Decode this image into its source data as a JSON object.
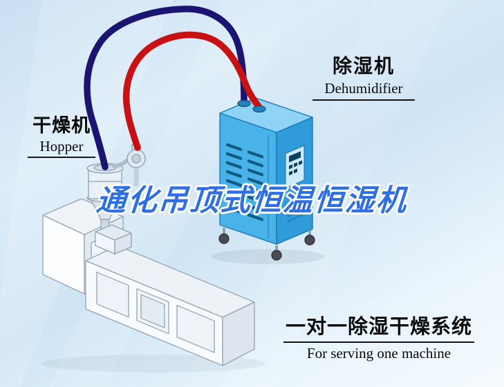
{
  "title_watermark": "通化吊顶式恒温恒湿机",
  "labels": {
    "hopper": {
      "cn": "干燥机",
      "en": "Hopper"
    },
    "dehumidifier": {
      "cn": "除湿机",
      "en": "Dehumidifier"
    },
    "system": {
      "cn": "一对一除湿干燥系统",
      "en": "For serving one machine"
    }
  },
  "colors": {
    "background": "#d9e9f6",
    "watermark_blue": "#2e6fe2",
    "hose_red": "#c81113",
    "hose_navy": "#1b1470",
    "dehumidifier_front": "#49b2e9",
    "dehumidifier_side": "#2f9bd9",
    "dehumidifier_top": "#8fd4f6",
    "machine_line": "#93a3b1"
  }
}
